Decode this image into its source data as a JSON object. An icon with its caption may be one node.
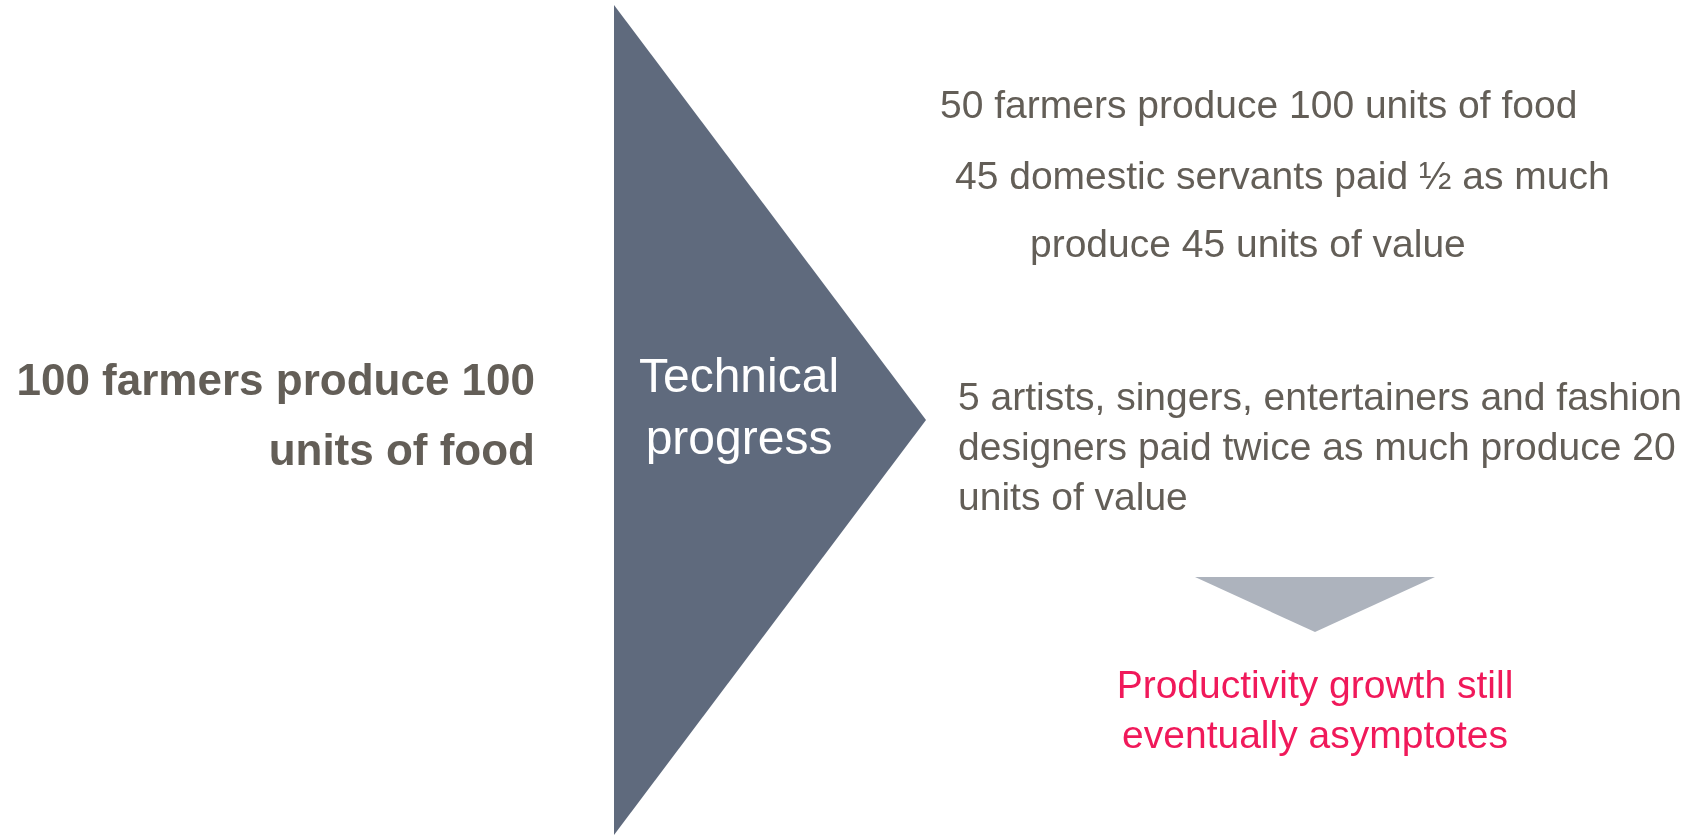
{
  "diagram": {
    "nodes": [
      {
        "text": [
          "Technical progress"
        ]
      },
      {
        "text": [
          "5 artists, singers, entertainers and fashion designers paid twice as much produce 20 units of value"
        ]
      },
      {
        "text": [
          "Productivity growth still eventually asymptotes"
        ]
      }
    ],
    "edges": [
      {
        "from": 1,
        "to": 2,
        "arrow": "to"
      }
    ],
    "labels": [
      "100 farmers produce 100 units of food",
      "50 farmers produce 100 units of food",
      "45 domestic servants paid ½ as much produce 45 units of value"
    ]
  }
}
